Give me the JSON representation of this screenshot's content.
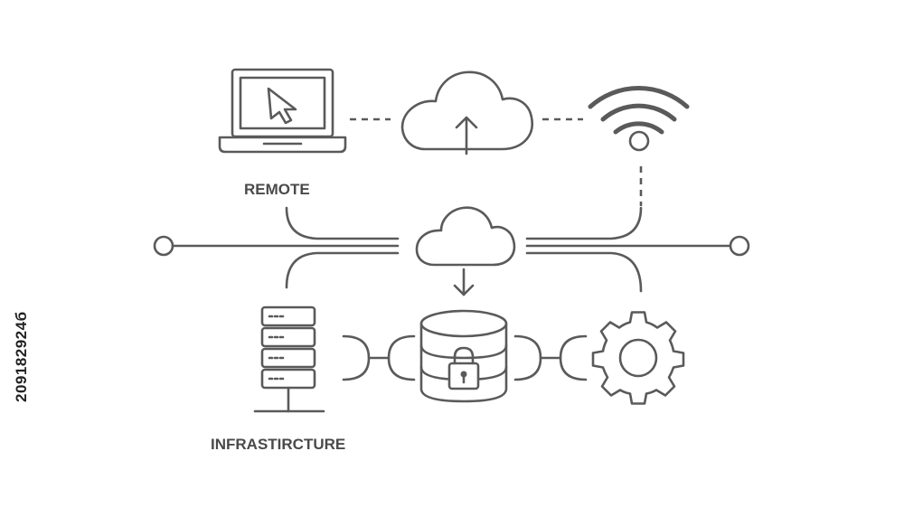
{
  "labels": {
    "remote": "REMOTE",
    "infrastructure": "INFRASTIRCTURE"
  },
  "stock_id": "209182924б",
  "colors": {
    "stroke": "#5a5a5a",
    "background": "#ffffff"
  },
  "icons": [
    "laptop-icon",
    "cursor-icon",
    "cloud-upload-icon",
    "wifi-icon",
    "cloud-icon",
    "download-arrow-icon",
    "server-rack-icon",
    "database-lock-icon",
    "gear-icon"
  ]
}
